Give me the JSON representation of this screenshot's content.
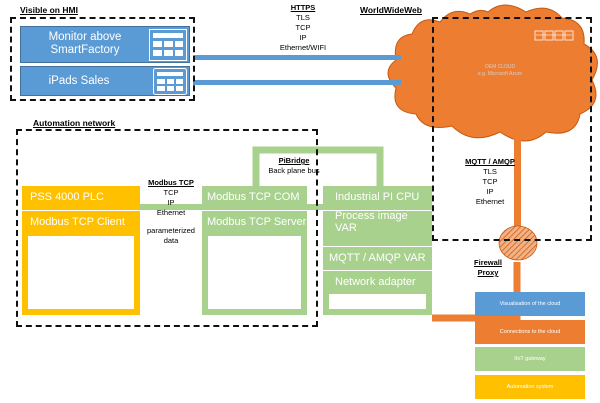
{
  "regions": {
    "hmi": "Visible on HMI",
    "www": "WorldWideWeb",
    "automation": "Automation network"
  },
  "hmi": {
    "monitor_label": "Monitor above SmartFactory",
    "ipad_label": "iPads Sales"
  },
  "https": {
    "title": "HTTPS",
    "lines": [
      "TLS",
      "TCP",
      "IP",
      "Ethernet/WIFI"
    ]
  },
  "cloud": {
    "line1": "OEM CLOUD",
    "line2": "e.g. Microsoft Azure"
  },
  "mqtt": {
    "title": "MQTT / AMQP",
    "lines": [
      "TLS",
      "TCP",
      "IP",
      "Ethernet"
    ]
  },
  "modbus": {
    "title": "Modbus TCP",
    "lines": [
      "TCP",
      "IP",
      "Ethernet"
    ],
    "note_line1": "parameterized",
    "note_line2": "data"
  },
  "pibridge": {
    "title": "PiBridge",
    "subtitle": "Back plane bus"
  },
  "firewall": {
    "line1": "Firewall",
    "line2": "Proxy"
  },
  "plc": {
    "header": "PSS 4000 PLC",
    "row": "Modbus TCP Client"
  },
  "modbus_device": {
    "header": "Modbus TCP COM",
    "row": "Modbus TCP Server"
  },
  "pi": {
    "header": "Industrial PI CPU",
    "row1": "Process image VAR",
    "row2": "MQTT / AMQP VAR",
    "row3": "Network adapter"
  },
  "legend": [
    {
      "label": "Visualisation of the cloud",
      "color": "#5b9bd5"
    },
    {
      "label": "Connections to the cloud",
      "color": "#ed7d31"
    },
    {
      "label": "IIoT gateway",
      "color": "#a9d18e"
    },
    {
      "label": "Automation system",
      "color": "#ffc000"
    }
  ],
  "colors": {
    "blue": "#5b9bd5",
    "orange": "#ed7d31",
    "green": "#a9d18e",
    "yellow": "#ffc000"
  }
}
